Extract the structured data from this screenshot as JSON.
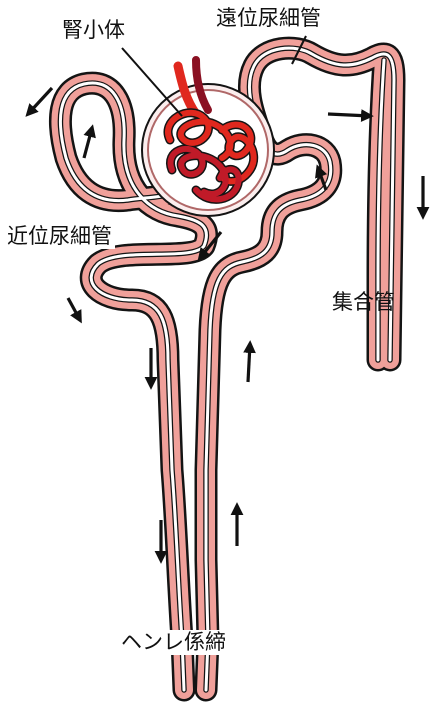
{
  "labels": {
    "glomerulus": "腎小体",
    "distal_tubule": "遠位尿細管",
    "proximal_tubule": "近位尿細管",
    "collecting_duct": "集合管",
    "loop_of_henle": "ヘンレ係締"
  },
  "colors": {
    "tubule_outer": "#141414",
    "tubule_wall": "#f0a09a",
    "lumen": "#ffffff",
    "capillary_red": "#e0281e",
    "capillary_dark": "#8a1022",
    "capsule": "#b06868",
    "arrow": "#111111"
  }
}
